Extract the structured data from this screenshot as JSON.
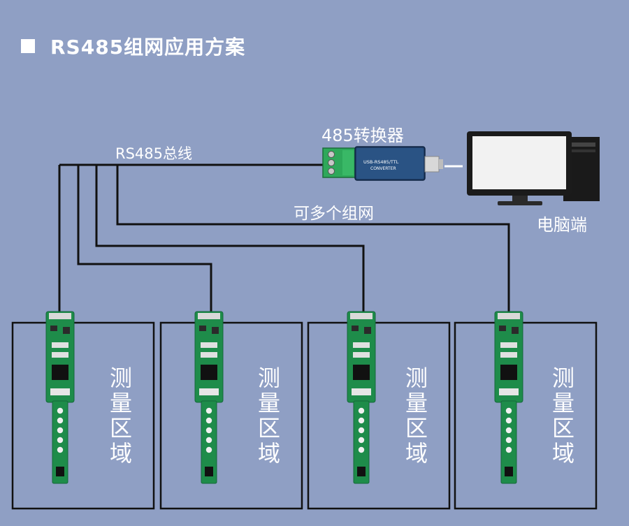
{
  "title": "RS485组网应用方案",
  "labels": {
    "bus": "RS485总线",
    "converter": "485转换器",
    "multi_network": "可多个组网",
    "pc": "电脑端"
  },
  "converter_print": {
    "line1": "USB-RS485/TTL",
    "line2": "CONVERTER"
  },
  "zones": [
    {
      "label": "测量区域"
    },
    {
      "label": "测量区域"
    },
    {
      "label": "测量区域"
    },
    {
      "label": "测量区域"
    }
  ],
  "colors": {
    "background": "#8f9fc4",
    "line": "#111111",
    "pcb_green": "#1e8c4a",
    "terminal_green": "#2ea85a",
    "monitor_screen": "#f2f2f2"
  }
}
